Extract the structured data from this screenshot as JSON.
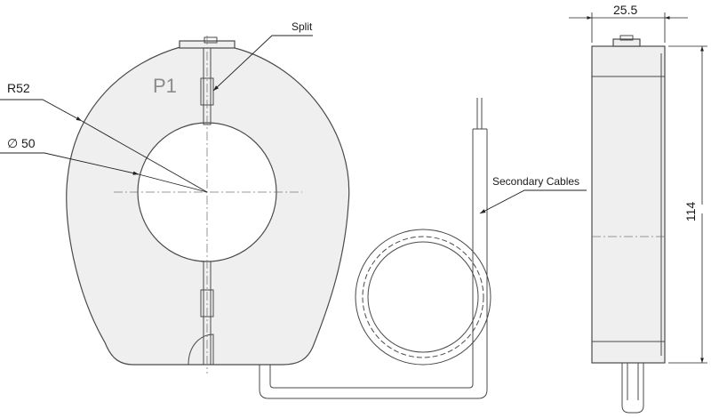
{
  "labels": {
    "split": "Split",
    "p1": "P1",
    "radius": "R52",
    "diameter": "50",
    "diameter_symbol": "∅",
    "secondary": "Secondary Cables",
    "width": "25.5",
    "height": "114"
  }
}
